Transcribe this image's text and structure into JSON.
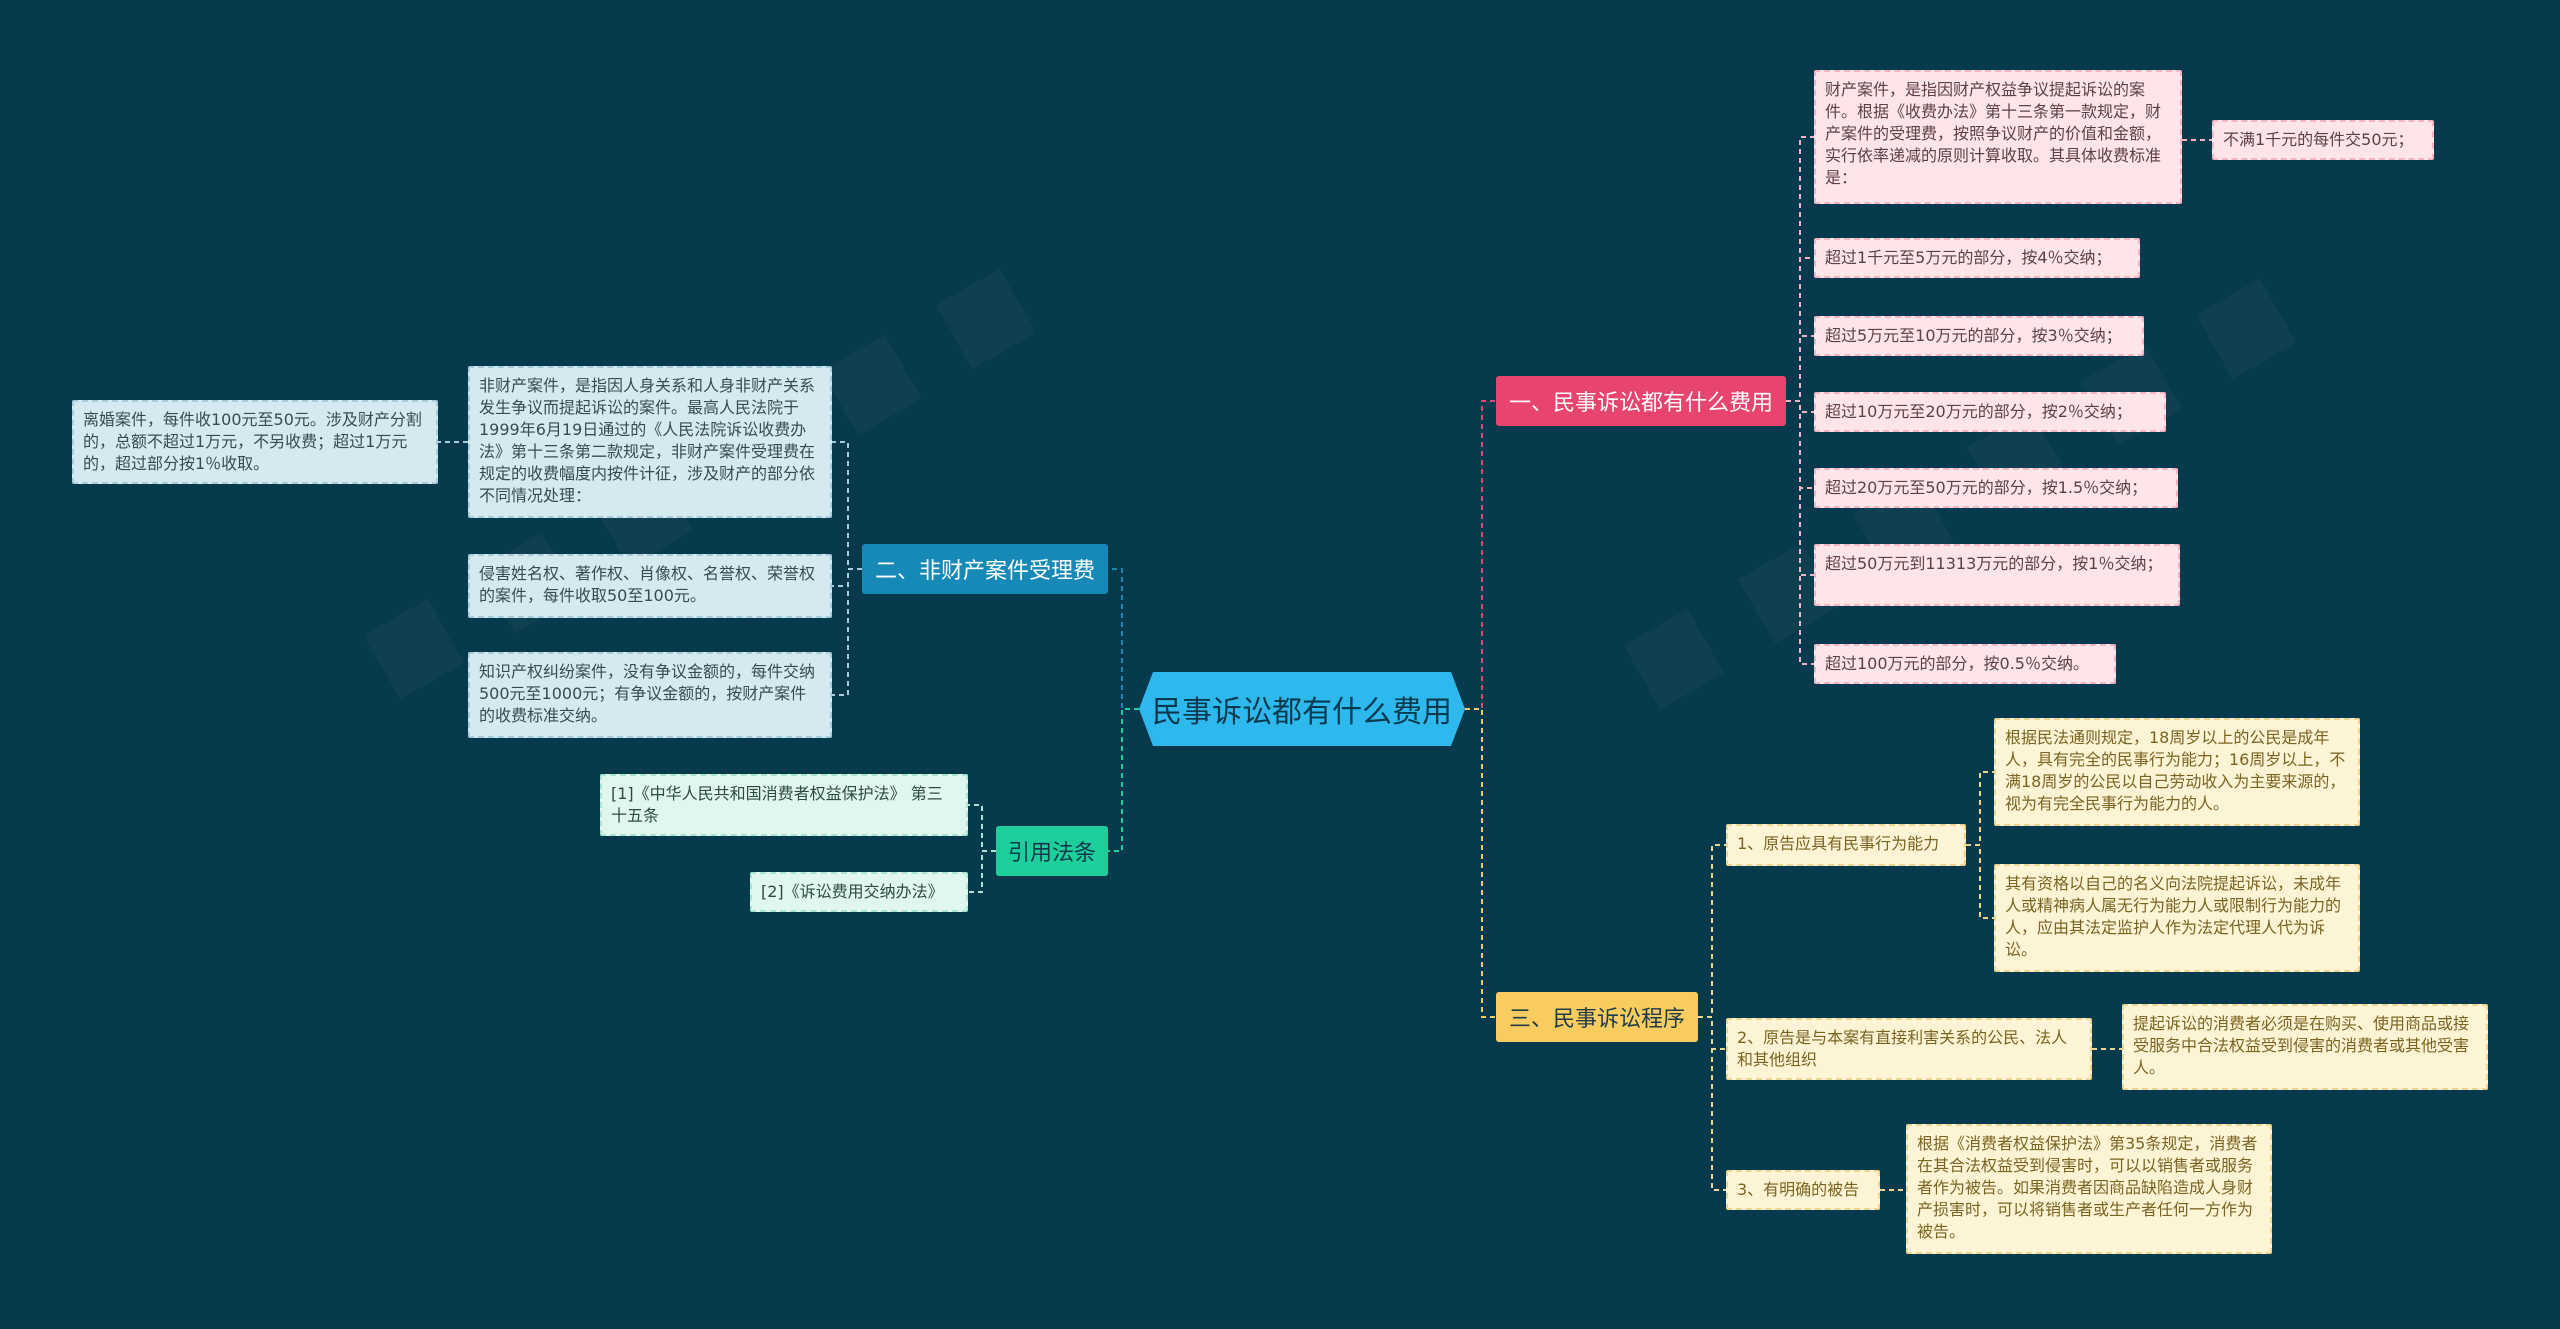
{
  "root": {
    "label": "民事诉讼都有什么费用"
  },
  "branches": {
    "fees": {
      "label": "一、民事诉讼都有什么费用",
      "intro": "财产案件，是指因财产权益争议提起诉讼的案件。根据《收费办法》第十三条第一款规定，财产案件的受理费，按照争议财产的价值和金额，实行依率递减的原则计算收取。其具体收费标准是：",
      "intro_child": "不满1千元的每件交50元；",
      "items": [
        "超过1千元至5万元的部分，按4％交纳；",
        "超过5万元至10万元的部分，按3％交纳；",
        "超过10万元至20万元的部分，按2％交纳；",
        "超过20万元至50万元的部分，按1.5％交纳；",
        "超过50万元到11313万元的部分，按1％交纳；",
        "超过100万元的部分，按0.5％交纳。"
      ]
    },
    "nonproperty": {
      "label": "二、非财产案件受理费",
      "intro": "非财产案件，是指因人身关系和人身非财产关系发生争议而提起诉讼的案件。最高人民法院于1999年6月19日通过的《人民法院诉讼收费办法》第十三条第二款规定，非财产案件受理费在规定的收费幅度内按件计征，涉及财产的部分依不同情况处理：",
      "intro_child": "离婚案件，每件收100元至50元。涉及财产分割的，总额不超过1万元，不另收费；超过1万元的，超过部分按1％收取。",
      "items": [
        "侵害姓名权、著作权、肖像权、名誉权、荣誉权的案件，每件收取50至100元。",
        "知识产权纠纷案件，没有争议金额的，每件交纳500元至1000元；有争议金额的，按财产案件的收费标准交纳。"
      ]
    },
    "citations": {
      "label": "引用法条",
      "items": [
        "[1]《中华人民共和国消费者权益保护法》 第三十五条",
        "[2]《诉讼费用交纳办法》"
      ]
    },
    "procedure": {
      "label": "三、民事诉讼程序",
      "items": [
        {
          "label": "1、原告应具有民事行为能力",
          "children": [
            "根据民法通则规定，18周岁以上的公民是成年人，具有完全的民事行为能力；16周岁以上，不满18周岁的公民以自己劳动收入为主要来源的，视为有完全民事行为能力的人。",
            "其有资格以自己的名义向法院提起诉讼，未成年人或精神病人属无行为能力人或限制行为能力的人，应由其法定监护人作为法定代理人代为诉讼。"
          ]
        },
        {
          "label": "2、原告是与本案有直接利害关系的公民、法人和其他组织",
          "children": [
            "提起诉讼的消费者必须是在购买、使用商品或接受服务中合法权益受到侵害的消费者或其他受害人。"
          ]
        },
        {
          "label": "3、有明确的被告",
          "children": [
            "根据《消费者权益保护法》第35条规定，消费者在其合法权益受到侵害时，可以以销售者或服务者作为被告。如果消费者因商品缺陷造成人身财产损害时，可以将销售者或生产者任何一方作为被告。"
          ]
        }
      ]
    }
  },
  "colors": {
    "background": "#073a4c",
    "root": "#2eb9ee",
    "fees": "#e8456e",
    "nonproperty": "#1689b7",
    "citations": "#1fcf9b",
    "procedure": "#f9cc60"
  }
}
